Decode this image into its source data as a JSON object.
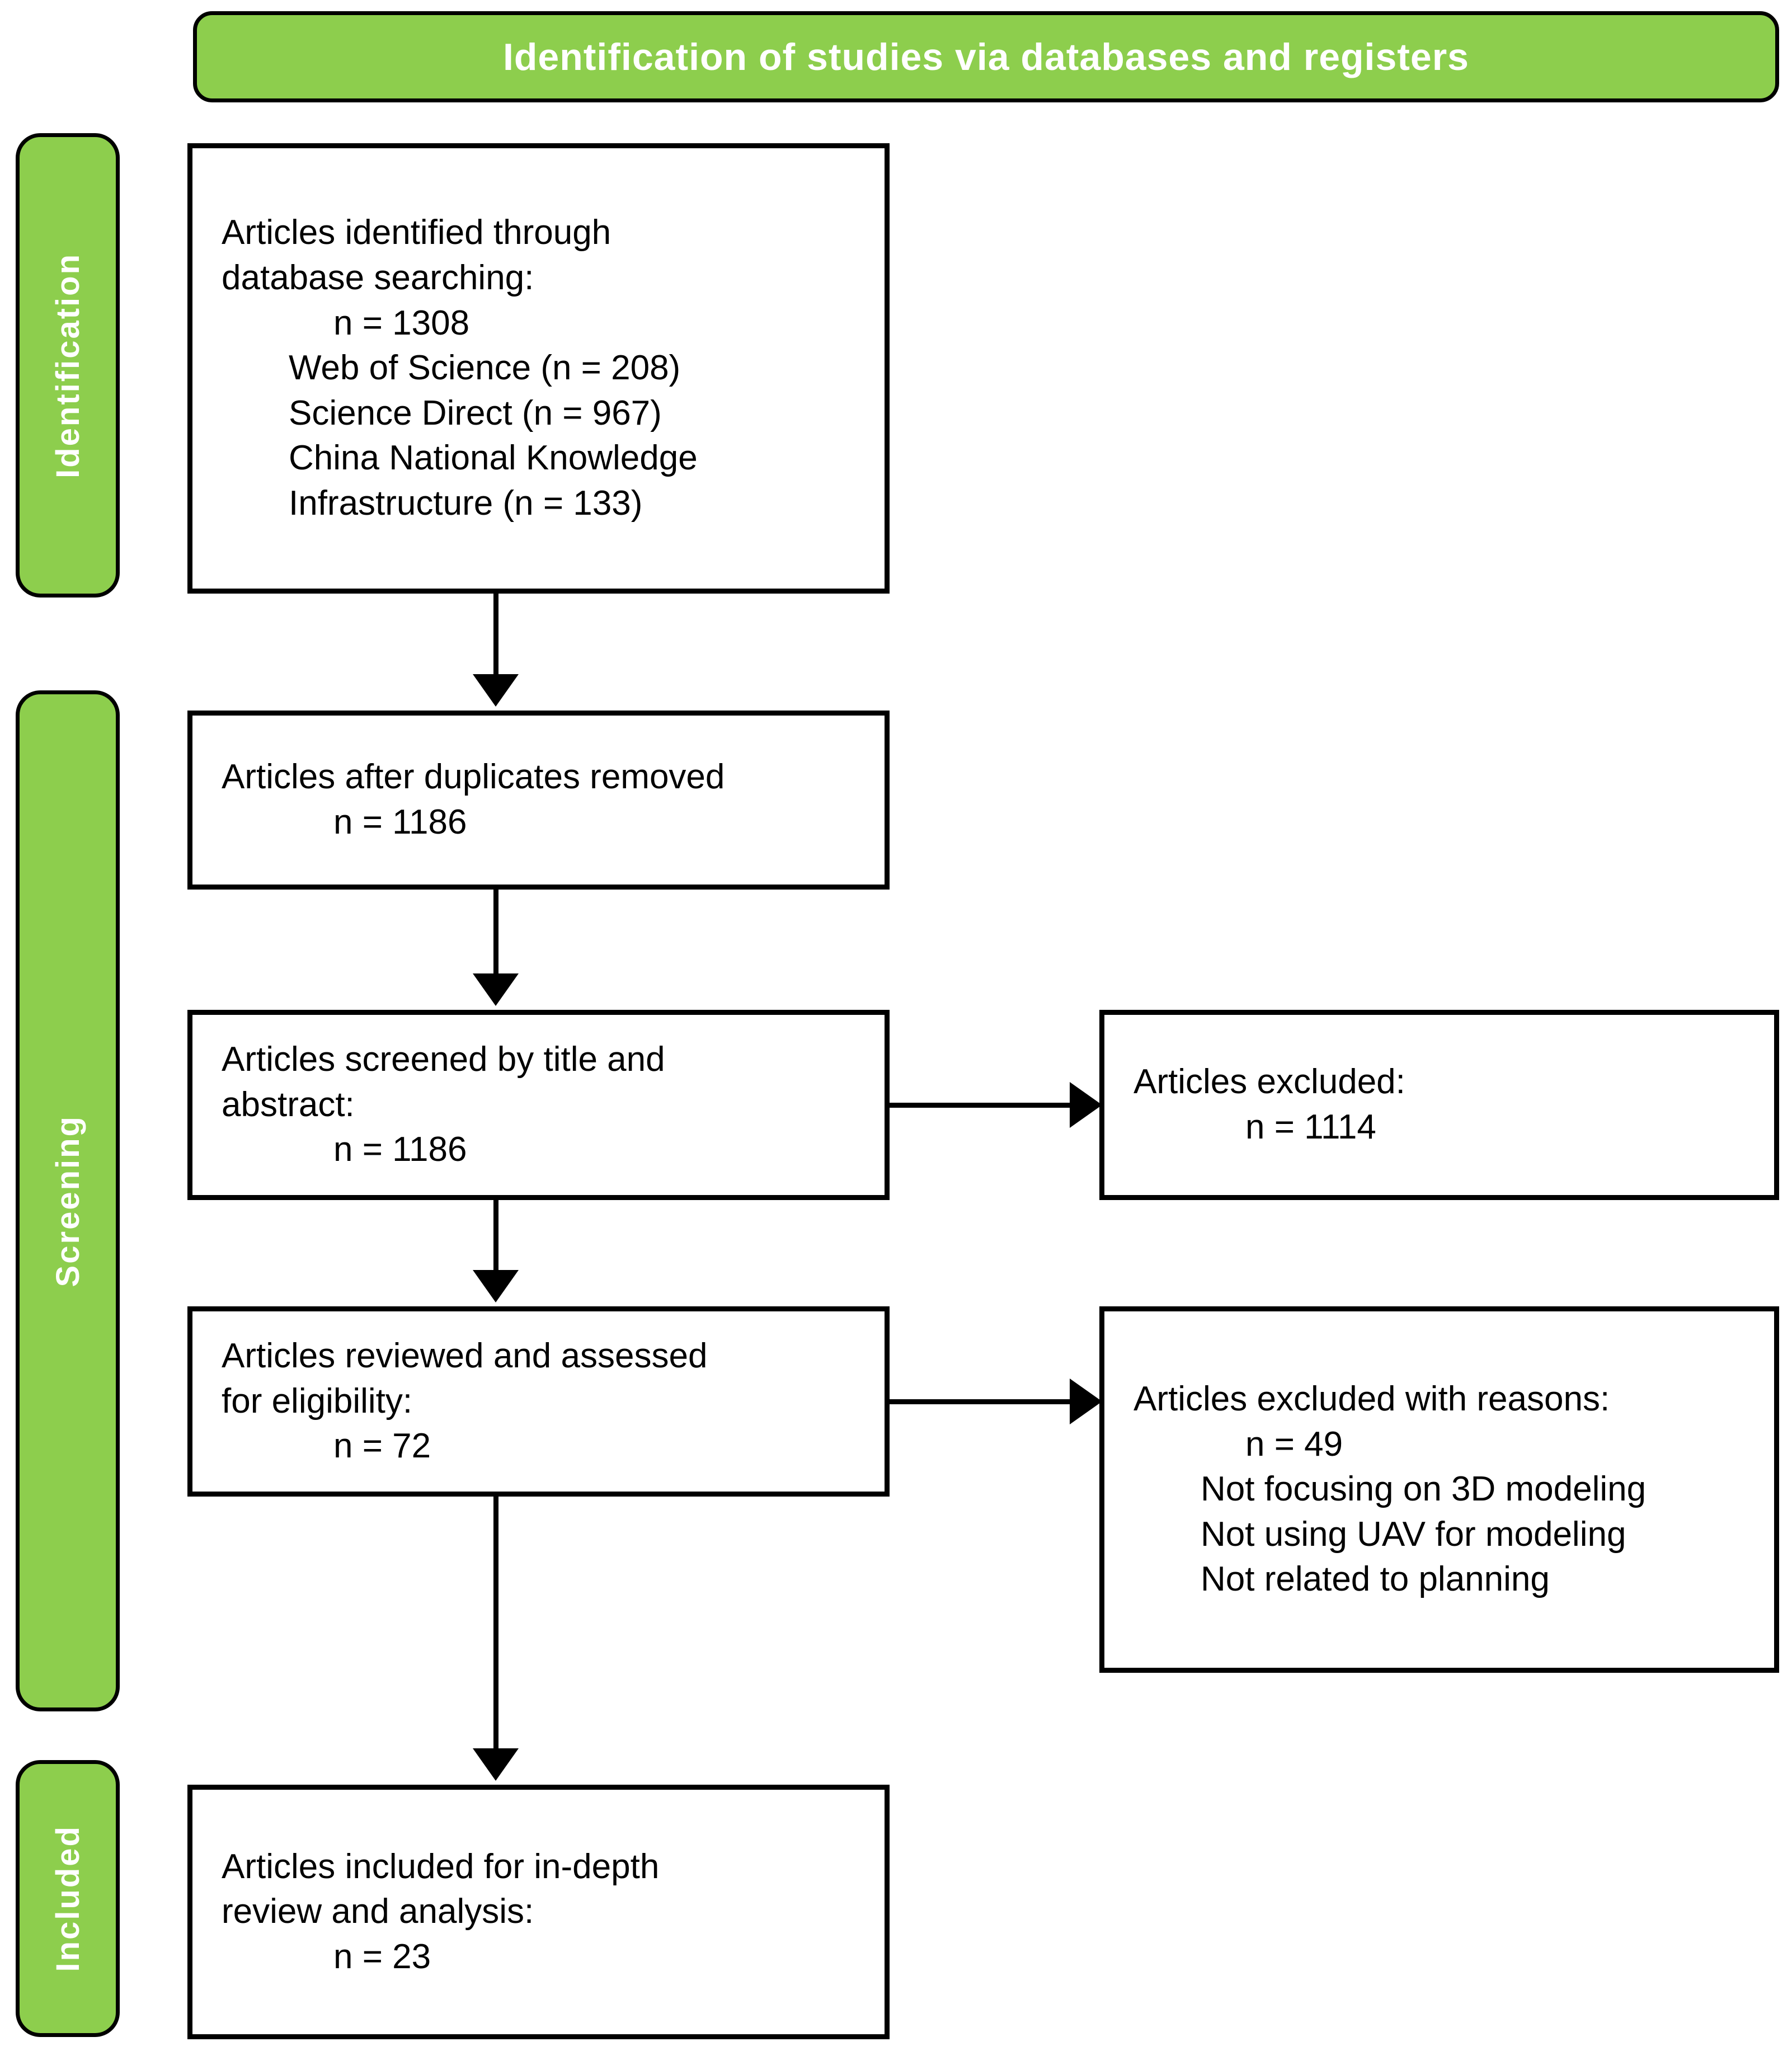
{
  "header": {
    "title": "Identification of studies via databases and registers"
  },
  "phases": [
    {
      "key": "identification",
      "label": "Identification"
    },
    {
      "key": "screening",
      "label": "Screening"
    },
    {
      "key": "included",
      "label": "Included"
    }
  ],
  "boxes": {
    "identified": {
      "l1": "Articles identified through",
      "l2": "database searching:",
      "l3": "n = 1308",
      "l4": "Web of Science (n = 208)",
      "l5": "Science Direct (n = 967)",
      "l6": "China National Knowledge",
      "l7": "Infrastructure (n = 133)"
    },
    "duplicates": {
      "l1": "Articles after duplicates removed",
      "l2": "n = 1186"
    },
    "screened": {
      "l1": "Articles screened by title and",
      "l2": "abstract:",
      "l3": "n = 1186"
    },
    "excluded1": {
      "l1": "Articles excluded:",
      "l2": "n = 1114"
    },
    "eligibility": {
      "l1": "Articles reviewed and assessed",
      "l2": "for eligibility:",
      "l3": "n = 72"
    },
    "excluded2": {
      "l1": "Articles excluded with reasons:",
      "l2": "n = 49",
      "l3": "Not focusing on 3D modeling",
      "l4": "Not using UAV for modeling",
      "l5": "Not related to planning"
    },
    "included": {
      "l1": "Articles included for in-depth",
      "l2": "review and analysis:",
      "l3": "n = 23"
    }
  },
  "chart_data": {
    "type": "diagram",
    "title": "Identification of studies via databases and registers",
    "diagram_kind": "PRISMA flow diagram",
    "accent_color": "#8DCE4D",
    "line_color": "#000000",
    "phases": [
      "Identification",
      "Screening",
      "Included"
    ],
    "nodes": [
      {
        "id": "identified",
        "phase": "Identification",
        "label": "Articles identified through database searching",
        "n": 1308,
        "breakdown": [
          {
            "source": "Web of Science",
            "n": 208
          },
          {
            "source": "Science Direct",
            "n": 967
          },
          {
            "source": "China National Knowledge Infrastructure",
            "n": 133
          }
        ]
      },
      {
        "id": "duplicates",
        "phase": "Screening",
        "label": "Articles after duplicates removed",
        "n": 1186
      },
      {
        "id": "screened",
        "phase": "Screening",
        "label": "Articles screened by title and abstract",
        "n": 1186
      },
      {
        "id": "excluded1",
        "phase": "Screening",
        "label": "Articles excluded",
        "n": 1114
      },
      {
        "id": "eligibility",
        "phase": "Screening",
        "label": "Articles reviewed and assessed for eligibility",
        "n": 72
      },
      {
        "id": "excluded2",
        "phase": "Screening",
        "label": "Articles excluded with reasons",
        "n": 49,
        "reasons": [
          "Not focusing on 3D modeling",
          "Not using UAV for modeling",
          "Not related to planning"
        ]
      },
      {
        "id": "included",
        "phase": "Included",
        "label": "Articles included for in-depth review and analysis",
        "n": 23
      }
    ],
    "edges": [
      {
        "from": "identified",
        "to": "duplicates",
        "direction": "down"
      },
      {
        "from": "duplicates",
        "to": "screened",
        "direction": "down"
      },
      {
        "from": "screened",
        "to": "excluded1",
        "direction": "right"
      },
      {
        "from": "screened",
        "to": "eligibility",
        "direction": "down"
      },
      {
        "from": "eligibility",
        "to": "excluded2",
        "direction": "right"
      },
      {
        "from": "eligibility",
        "to": "included",
        "direction": "down"
      }
    ]
  }
}
